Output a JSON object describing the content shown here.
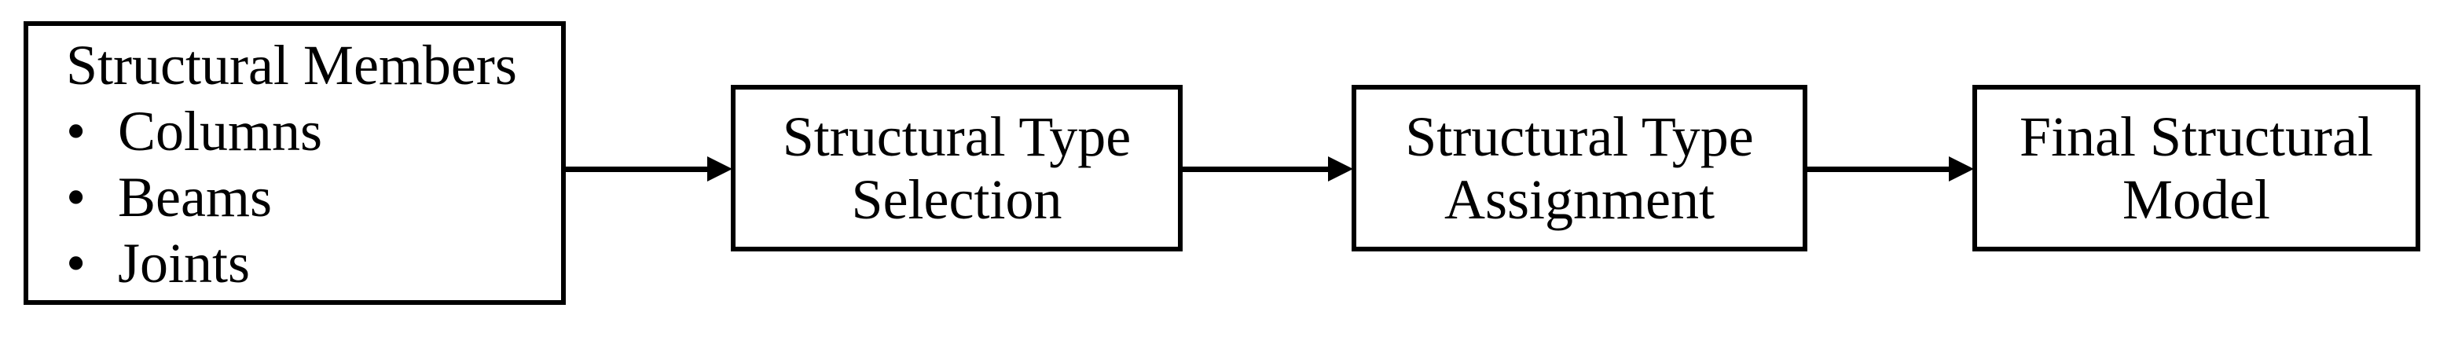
{
  "diagram": {
    "background_color": "#ffffff",
    "stroke_color": "#000000",
    "nodes": [
      {
        "id": "structural-members",
        "type": "list",
        "title": "Structural Members",
        "bullet_glyph": "•",
        "bullets": [
          "Columns",
          "Beams",
          "Joints"
        ]
      },
      {
        "id": "structural-type-selection",
        "type": "process",
        "line1": "Structural Type",
        "line2": "Selection"
      },
      {
        "id": "structural-type-assignment",
        "type": "process",
        "line1": "Structural Type",
        "line2": "Assignment"
      },
      {
        "id": "final-structural-model",
        "type": "process",
        "line1": "Final Structural",
        "line2": "Model"
      }
    ],
    "connections": [
      {
        "from": "structural-members",
        "to": "structural-type-selection"
      },
      {
        "from": "structural-type-selection",
        "to": "structural-type-assignment"
      },
      {
        "from": "structural-type-assignment",
        "to": "final-structural-model"
      }
    ]
  }
}
